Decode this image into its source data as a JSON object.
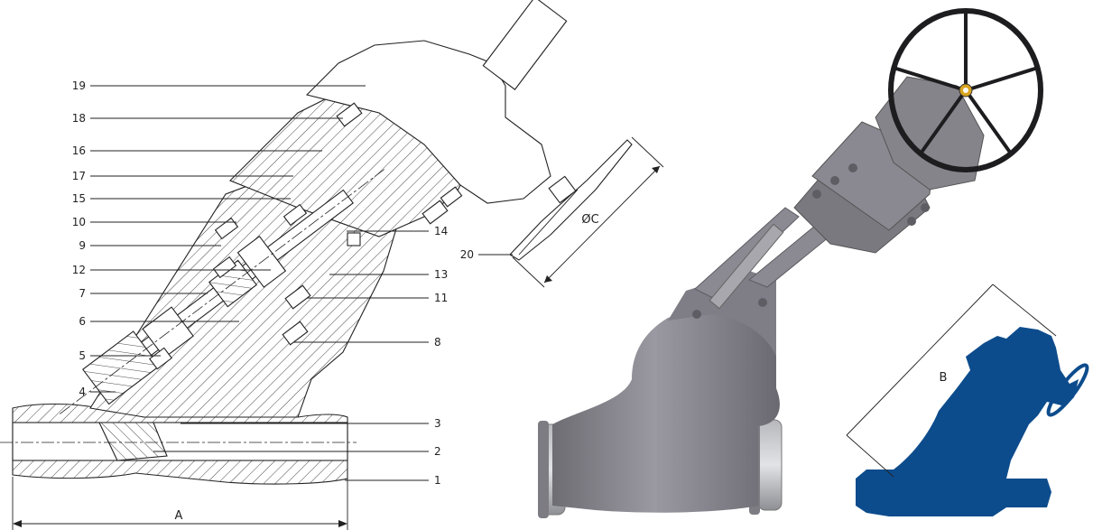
{
  "callouts": {
    "left": [
      "19",
      "18",
      "16",
      "17",
      "15",
      "10",
      "9",
      "12",
      "7",
      "6",
      "5",
      "4"
    ],
    "right": [
      "14",
      "13",
      "11",
      "8",
      "3",
      "2",
      "1"
    ],
    "handwheel": "20"
  },
  "dimensions": {
    "a": "A",
    "b": "B",
    "c": "ØC"
  },
  "colors": {
    "photo_body": "#8d8b92",
    "photo_handwheel": "#1d1d1f",
    "silhouette": "#0d4c8c"
  }
}
